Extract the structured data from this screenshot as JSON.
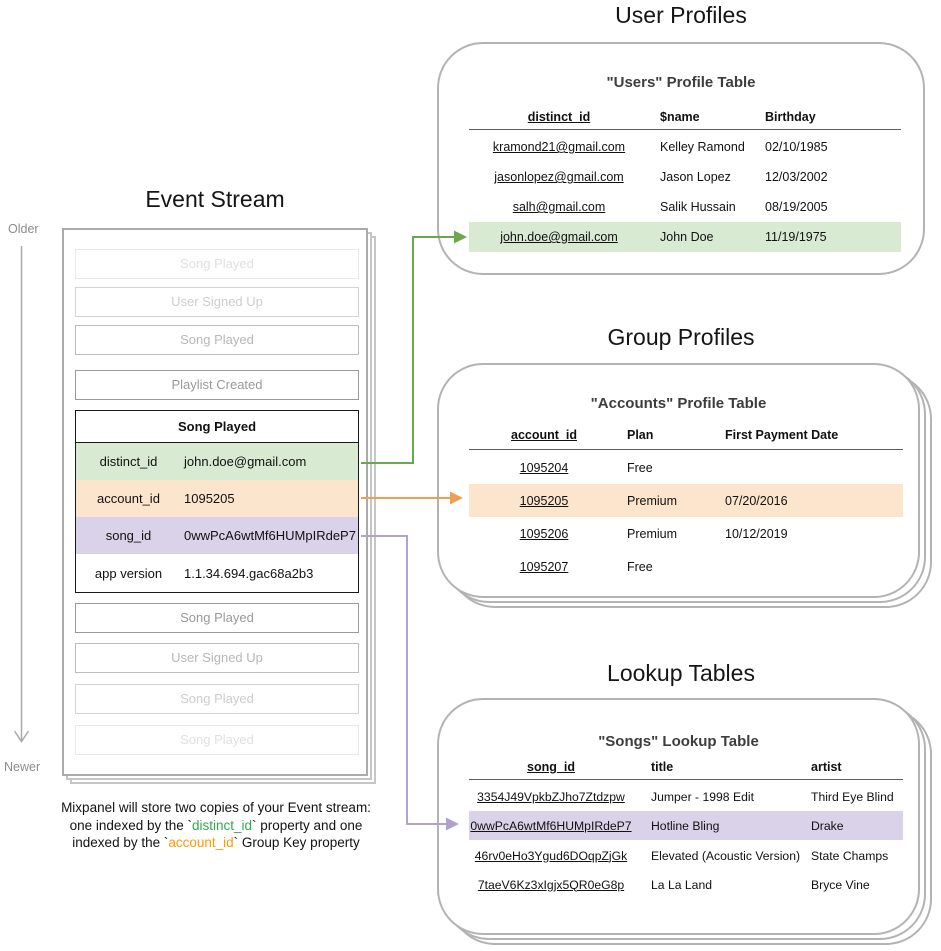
{
  "colors": {
    "green_bg": "#d9ead3",
    "orange_bg": "#fce5cd",
    "purple_bg": "#d9d2e9",
    "green_arrow": "#6aa84f",
    "orange_arrow": "#eda052",
    "purple_arrow": "#b1a3cb",
    "timeline_gray": "#a9a9a9",
    "caption_green": "#33a852",
    "caption_orange": "#ff9900"
  },
  "event_stream": {
    "title": "Event Stream",
    "timeline": {
      "older": "Older",
      "newer": "Newer"
    },
    "events_before": [
      {
        "label": "Song Played"
      },
      {
        "label": "User Signed Up"
      },
      {
        "label": "Song Played"
      },
      {
        "label": "Playlist Created"
      }
    ],
    "focused_event": {
      "name": "Song Played",
      "properties": [
        {
          "key": "distinct_id",
          "value": "john.doe@gmail.com"
        },
        {
          "key": "account_id",
          "value": "1095205"
        },
        {
          "key": "song_id",
          "value": "0wwPcA6wtMf6HUMpIRdeP7"
        },
        {
          "key": "app version",
          "value": "1.1.34.694.gac68a2b3"
        }
      ]
    },
    "events_after": [
      {
        "label": "Song Played"
      },
      {
        "label": "User Signed Up"
      },
      {
        "label": "Song Played"
      },
      {
        "label": "Song Played"
      }
    ],
    "caption": {
      "line1": "Mixpanel will store two copies of your Event stream:",
      "line2_pre": "one indexed by the `",
      "line2_key": "distinct_id",
      "line2_post": "` property and one",
      "line3_pre": "indexed by the `",
      "line3_key": "account_id",
      "line3_post": "` Group Key property"
    }
  },
  "sections": {
    "user_profiles": {
      "section_title": "User Profiles",
      "card_title": "\"Users\" Profile Table",
      "columns": [
        "distinct_id",
        "$name",
        "Birthday"
      ],
      "rows": [
        [
          "kramond21@gmail.com",
          "Kelley Ramond",
          "02/10/1985"
        ],
        [
          "jasonlopez@gmail.com",
          "Jason Lopez",
          "12/03/2002"
        ],
        [
          "salh@gmail.com",
          "Salik Hussain",
          "08/19/2005"
        ],
        [
          "john.doe@gmail.com",
          "John Doe",
          "11/19/1975"
        ]
      ],
      "highlighted_row": 3
    },
    "group_profiles": {
      "section_title": "Group Profiles",
      "card_title": "\"Accounts\" Profile Table",
      "columns": [
        "account_id",
        "Plan",
        "First Payment Date"
      ],
      "rows": [
        [
          "1095204",
          "Free",
          ""
        ],
        [
          "1095205",
          "Premium",
          "07/20/2016"
        ],
        [
          "1095206",
          "Premium",
          "10/12/2019"
        ],
        [
          "1095207",
          "Free",
          ""
        ]
      ],
      "highlighted_row": 1
    },
    "lookup_tables": {
      "section_title": "Lookup Tables",
      "card_title": "\"Songs\" Lookup Table",
      "columns": [
        "song_id",
        "title",
        "artist"
      ],
      "rows": [
        [
          "3354J49VpkbZJho7Ztdzpw",
          "Jumper - 1998 Edit",
          "Third Eye Blind"
        ],
        [
          "0wwPcA6wtMf6HUMpIRdeP7",
          "Hotline Bling",
          "Drake"
        ],
        [
          "46rv0eHo3Ygud6DOqpZjGk",
          "Elevated (Acoustic Version)",
          "State Champs"
        ],
        [
          "7taeV6Kz3xIgjx5QR0eG8p",
          "La La Land",
          "Bryce Vine"
        ]
      ],
      "highlighted_row": 1
    }
  }
}
